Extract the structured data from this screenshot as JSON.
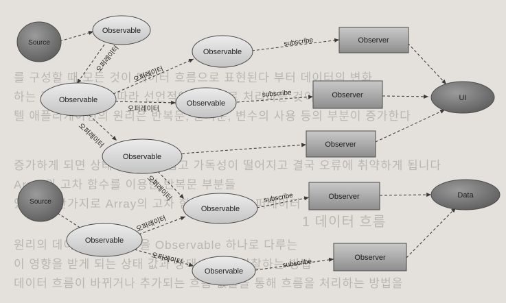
{
  "nodes": {
    "source_top": "Source",
    "source_bottom": "Source",
    "obs_top": "Observable",
    "obs_mid_left": "Observable",
    "obs_upper_right": "Observable",
    "obs_center": "Observable",
    "obs_lower_left": "Observable",
    "obs_lower_mid": "Observable",
    "obs_bottom_left": "Observable",
    "obs_bottom_mid": "Observable",
    "observer_1": "Observer",
    "observer_2": "Observer",
    "observer_3": "Observer",
    "observer_4": "Observer",
    "observer_5": "Observer",
    "ui": "UI",
    "data": "Data"
  },
  "edge_labels": {
    "operator": "오퍼레이터",
    "subscribe": "subscribe"
  },
  "background_text": [
    "를 구성할 때 모든 것이 데이터 흐름으로 표현된다 부터 데이터의 변화",
    "하는 결과와 반응에 따라 선언적인 방식으로 처리하는 것이 가능",
    "텔 애플리케이션의 원리은 반복문, 분기문, 변수의 사용 등의 부분이 증가한다",
    "증가하게 되면 상태 관리가 어렵고 가독성이 떨어지고 결국 오류에 취약하게 됩니다",
    "Array의 고차 함수를 이용한 반복문 부분들",
    "있다. 마찬가지로 Array의 고차 함수와 같은 오퍼레이터",
    "1 데이터 흐름",
    "원리의 데이터 흐름 과정을 Observable 하나로 다루는",
    "이 영향을 받게 되는 상태 값과 상태 변화를 관찰하는 방법",
    "데이터 흐름이 바뀌거나 추가되는 흐름 값들을 통해 흐름을 처리하는 방법을"
  ],
  "colors": {
    "ellipse_fill": "#d6d6d6",
    "source_fill": "#7f7f7f",
    "observer_fill": "#a9a9a9",
    "stroke": "#4a4a4a",
    "background": "#e4e1dc",
    "watermark_text": "#b5b2ad"
  }
}
